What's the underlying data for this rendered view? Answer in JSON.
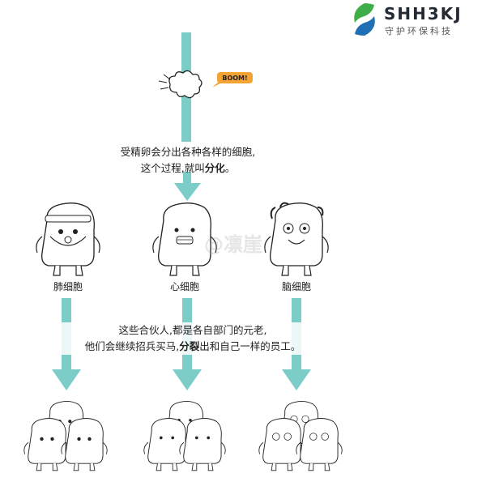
{
  "logo": {
    "name": "SHH3KJ",
    "subtitle": "守护环保科技",
    "colors": {
      "green": "#3fae49",
      "blue": "#1f6fb4"
    }
  },
  "boom": {
    "text": "BOOM!"
  },
  "step1": {
    "line1": "受精卵会分出各种各样的细胞,",
    "line2_prefix": "这个过程,就叫",
    "line2_bold": "分化",
    "line2_suffix": "。"
  },
  "cells": [
    {
      "label": "肺细胞"
    },
    {
      "label": "心细胞"
    },
    {
      "label": "脑细胞"
    }
  ],
  "step2": {
    "line1": "这些合伙人,都是各自部门的元老,",
    "line2_prefix": "他们会继续招兵买马,",
    "line2_bold": "分裂",
    "line2_suffix": "出和自己一样的员工。"
  },
  "watermark": "@凛崖",
  "colors": {
    "arrow": "#7cccc7",
    "ink": "#222222",
    "boom_bubble": "#f4a335"
  }
}
